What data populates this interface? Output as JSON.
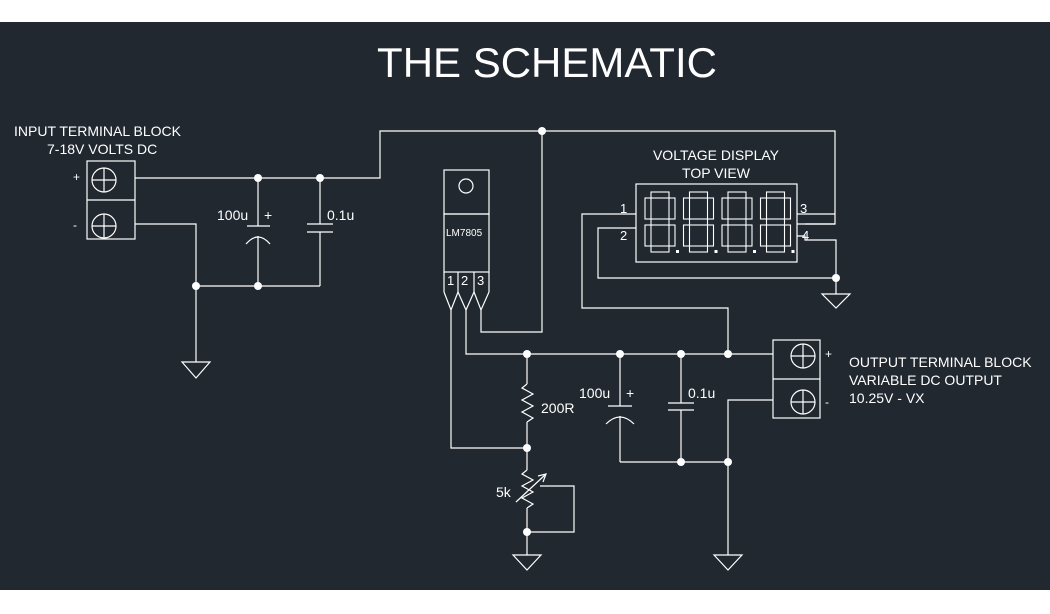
{
  "title": "THE SCHEMATIC",
  "input_block": {
    "line1": "INPUT TERMINAL BLOCK",
    "line2": "7-18V VOLTS DC",
    "plus": "+",
    "minus": "-"
  },
  "input_filter": {
    "cap_big": "100u",
    "cap_big_polarity": "+",
    "cap_small": "0.1u"
  },
  "regulator": {
    "part": "LM7805",
    "pin1": "1",
    "pin2": "2",
    "pin3": "3"
  },
  "display": {
    "line1": "VOLTAGE DISPLAY",
    "line2": "TOP VIEW",
    "digits": "8888",
    "pin1": "1",
    "pin2": "2",
    "pin3": "3",
    "pin4": "4"
  },
  "adjust": {
    "resistor": "200R",
    "pot": "5k"
  },
  "output_filter": {
    "cap_big": "100u",
    "cap_big_polarity": "+",
    "cap_small": "0.1u"
  },
  "output_block": {
    "line1": "OUTPUT TERMINAL BLOCK",
    "line2": "VARIABLE  DC OUTPUT",
    "line3": "10.25V - VX",
    "plus": "+",
    "minus": "-"
  }
}
